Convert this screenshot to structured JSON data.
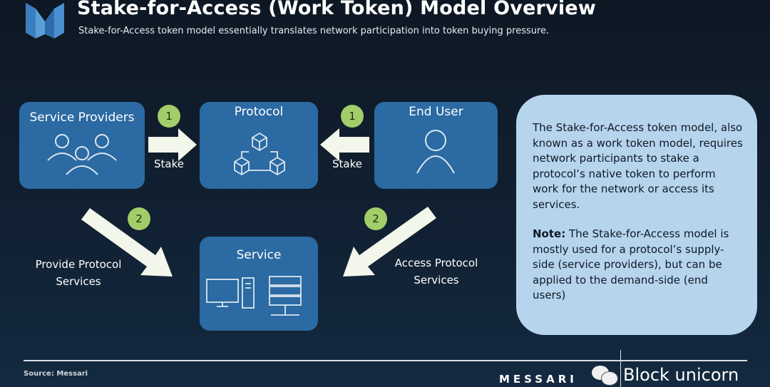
{
  "header": {
    "title": "Stake-for-Access (Work Token) Model Overview",
    "subtitle": "Stake-for-Access token model essentially translates network participation into token buying pressure."
  },
  "diagram": {
    "nodes": {
      "service_providers": "Service Providers",
      "protocol": "Protocol",
      "end_user": "End User",
      "service": "Service"
    },
    "badges": [
      "1",
      "1",
      "2",
      "2"
    ],
    "edges": {
      "stake_left": "Stake",
      "stake_right": "Stake",
      "provide_line1": "Provide Protocol",
      "provide_line2": "Services",
      "access_line1": "Access Protocol",
      "access_line2": "Services"
    }
  },
  "note": {
    "paragraph1": "The Stake-for-Access token model, also known as a work token model, requires network participants to stake a protocol’s native token to perform work for the network or access its services.",
    "note_label": "Note:",
    "paragraph2": " The Stake-for-Access model is mostly used for a protocol’s supply-side (service providers), but can be applied to the demand-side (end users)"
  },
  "footer": {
    "source": "Source: Messari",
    "brand": "MESSARI",
    "watermark": "Block unicorn"
  },
  "colors": {
    "box": "#2b6aa2",
    "badge": "#a3cd69",
    "note": "#b7d4ed",
    "arrow": "#f3f6ea"
  }
}
